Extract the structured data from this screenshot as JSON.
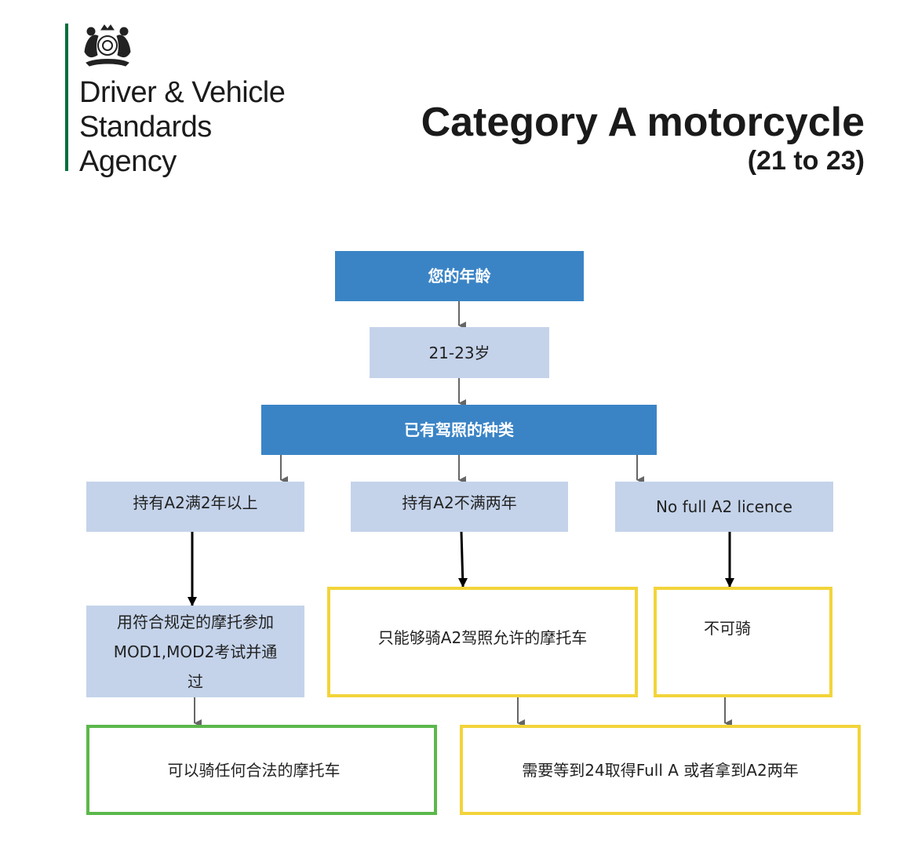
{
  "header": {
    "org_line1": "Driver & Vehicle",
    "org_line2": "Standards",
    "org_line3": "Agency",
    "title": "Category A motorcycle",
    "subtitle": "(21 to 23)"
  },
  "flow": {
    "age_header": "您的年龄",
    "age_range": "21-23岁",
    "licence_type_header": "已有驾照的种类",
    "branch_a2_over_2y": "持有A2满2年以上",
    "branch_a2_under_2y": "持有A2不满两年",
    "branch_no_a2": "No full A2 licence",
    "step_mod_line1": "用符合规定的摩托参加",
    "step_mod_line2": "MOD1,MOD2考试并通",
    "step_mod_line3": "过",
    "step_a2_only": "只能够骑A2驾照允许的摩托车",
    "step_cannot_ride": "不可骑",
    "result_any_bike": "可以骑任何合法的摩托车",
    "result_wait": "需要等到24取得Full A 或者拿到A2两年"
  },
  "colors": {
    "agency_green": "#00703c",
    "header_box_blue": "#3a84c6",
    "light_box_blue": "#c4d3ea",
    "warning_border_yellow": "#f2d43a",
    "success_border_green": "#5bb84b"
  }
}
